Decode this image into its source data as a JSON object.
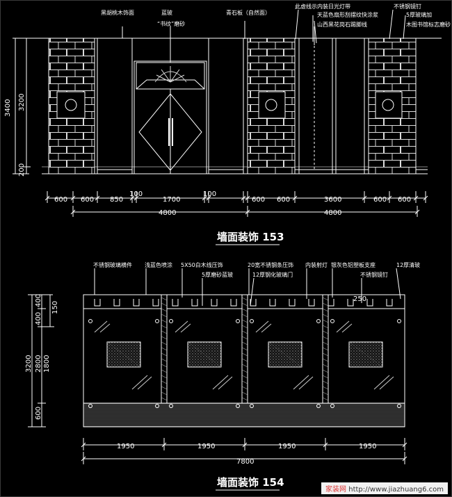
{
  "drawing_1": {
    "title": "墙面装饰 153",
    "labels": [
      "黑胡桃木饰面",
      "蓝玻",
      "“书纹”磨砂",
      "青石板（自然面）",
      "此虚线示内装日光灯带",
      "天蓝色扇形刮摆纹快涂浆",
      "山西黑花岗石踢脚线",
      "不锈钢镜钉",
      "5厚玻璃加",
      "木图书馆标志磨砂"
    ],
    "dims_horizontal": [
      "600",
      "600",
      "850",
      "100",
      "1700",
      "100",
      "600",
      "600",
      "3600",
      "600",
      "600"
    ],
    "dims_total": [
      "4800",
      "4800"
    ],
    "dims_vertical": [
      "3400",
      "3200",
      "200"
    ]
  },
  "drawing_2": {
    "title": "墙面装饰 154",
    "labels": [
      "不锈钢玻璃横件",
      "浅蓝色喷涂",
      "5X50白木线压饰",
      "5厚磨砂蓝玻",
      "20宽不锈钢条压饰",
      "12厚钢化玻璃门",
      "内装射灯",
      "银灰色铝塑板支座",
      "不锈钢镜钉",
      "12厚清玻"
    ],
    "dims_horizontal": [
      "1950",
      "1950",
      "1950",
      "1950"
    ],
    "dims_total": "7800",
    "dims_vertical": [
      "400",
      "400",
      "150",
      "2800",
      "1800",
      "3200",
      "600"
    ],
    "dim_250": "250"
  },
  "watermark": {
    "site": "家装网",
    "url": "http://www.jiazhuang6.com"
  }
}
